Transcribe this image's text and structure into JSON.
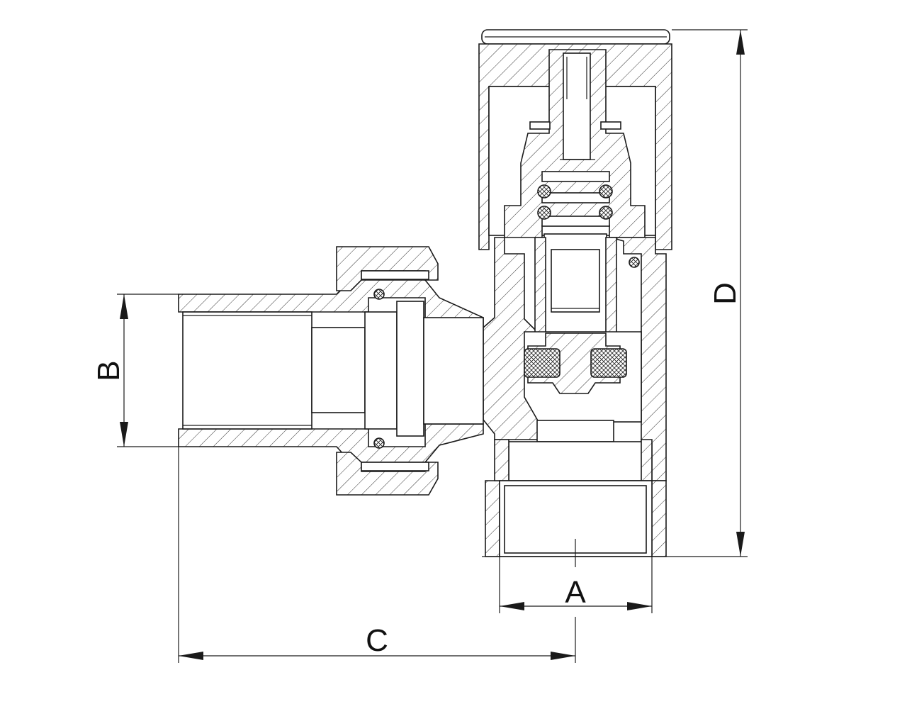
{
  "drawing": {
    "line_color": "#1a1a1a",
    "background": "#ffffff"
  },
  "dimensions": {
    "a": "A",
    "b": "B",
    "c": "C",
    "d": "D"
  }
}
